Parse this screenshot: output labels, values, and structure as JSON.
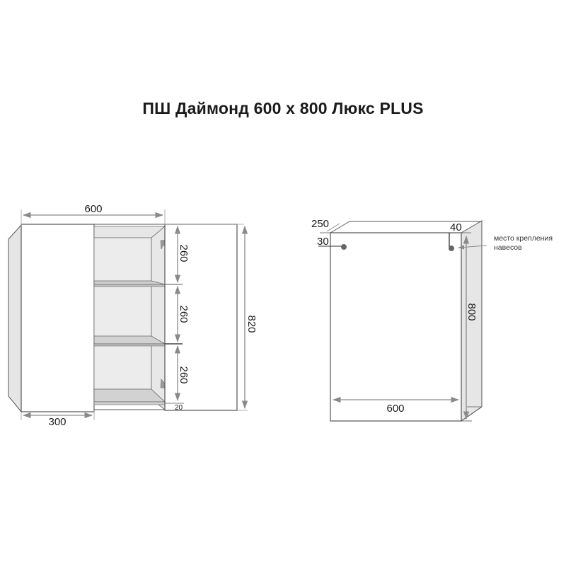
{
  "title": "ПШ Даймонд 600 х 800 Люкс PLUS",
  "front_view": {
    "width_label": "600",
    "door_width_label": "300",
    "total_height_label": "820",
    "shelf_heights": [
      "260",
      "260",
      "260"
    ],
    "bottom_label": "20"
  },
  "back_view": {
    "depth_label": "250",
    "width_label": "600",
    "height_label": "800",
    "left_offset_label": "30",
    "right_offset_label": "40",
    "mount_note_line1": "место крепления",
    "mount_note_line2": "навесов"
  },
  "colors": {
    "line": "#555555",
    "dim_arrow": "#8a8a8a",
    "panel_fill": "#e6e6e6",
    "shelf_fill": "#d2d2d2",
    "handle": "#9a9a9a",
    "mount_dot": "#666666"
  }
}
